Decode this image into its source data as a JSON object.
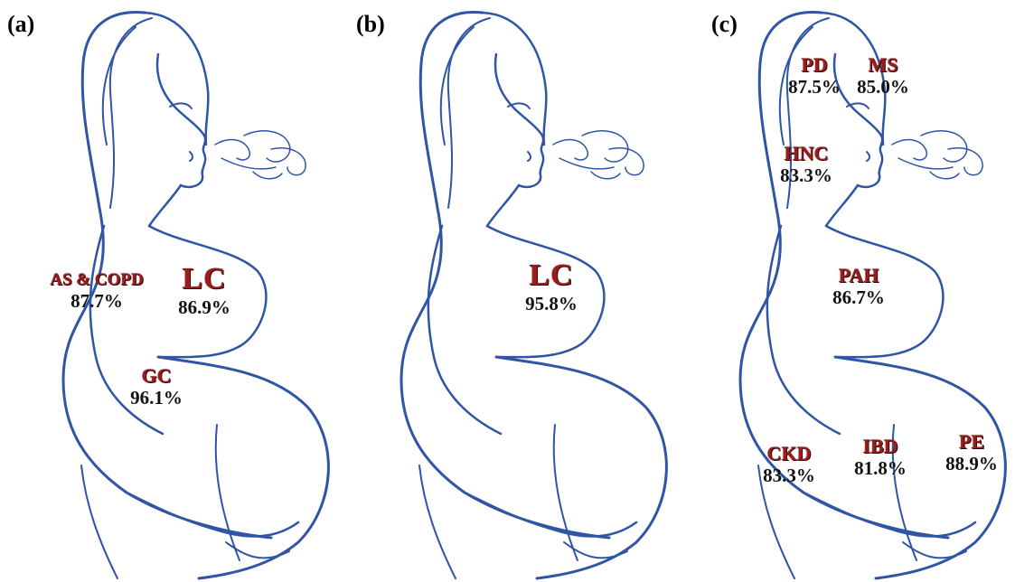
{
  "colors": {
    "outline": "#2f55a4",
    "disease_label": "#9b1c1c",
    "percent_text": "#111111"
  },
  "panels": [
    {
      "label": "(a)",
      "annotations": [
        {
          "name": "AS & COPD",
          "percent": "87.7%"
        },
        {
          "name": "LC",
          "percent": "86.9%"
        },
        {
          "name": "GC",
          "percent": "96.1%"
        }
      ]
    },
    {
      "label": "(b)",
      "annotations": [
        {
          "name": "LC",
          "percent": "95.8%"
        }
      ]
    },
    {
      "label": "(c)",
      "annotations": [
        {
          "name": "PD",
          "percent": "87.5%"
        },
        {
          "name": "MS",
          "percent": "85.0%"
        },
        {
          "name": "HNC",
          "percent": "83.3%"
        },
        {
          "name": "PAH",
          "percent": "86.7%"
        },
        {
          "name": "CKD",
          "percent": "83.3%"
        },
        {
          "name": "IBD",
          "percent": "81.8%"
        },
        {
          "name": "PE",
          "percent": "88.9%"
        }
      ]
    }
  ]
}
